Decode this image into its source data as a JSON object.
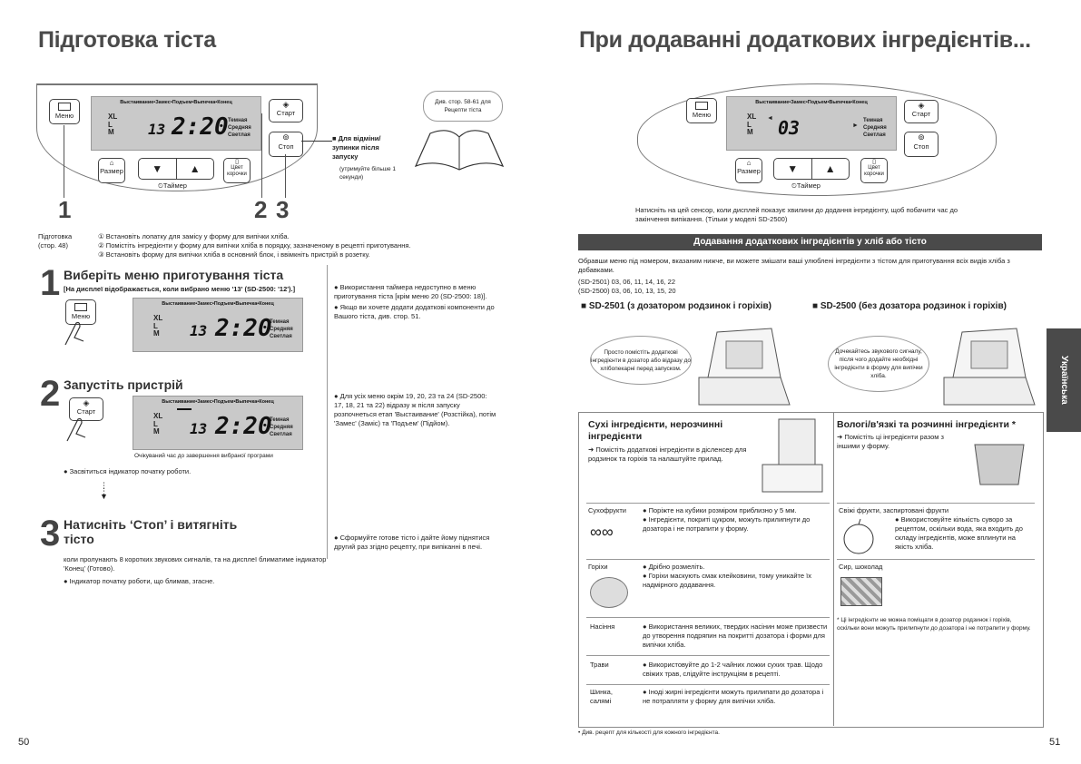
{
  "left": {
    "title": "Підготовка тіста",
    "page_num": "50",
    "lcd": {
      "top": "Выстаивание•Замес•Подъем•Выпечка•Конец",
      "sizes": [
        "XL",
        "L",
        "M"
      ],
      "crust": [
        "Темная",
        "Средняя",
        "Светлая"
      ],
      "menu_num": "13",
      "time": "2:20"
    },
    "buttons": {
      "menu": "Меню",
      "start": "Старт",
      "stop": "Стоп",
      "size": "Размер",
      "crust": "Цвет корочки",
      "timer": "Таймер",
      "down": "▼",
      "up": "▲"
    },
    "stop_note": {
      "title": "Для відміни/ зупинки після запуску",
      "sub": "(утримуйте більше 1 секунди)"
    },
    "book_note": "Див. стор. 58-61 для Рецепти тіста",
    "callouts": [
      "1",
      "2",
      "3"
    ],
    "prep": {
      "label": "Підготовка (стор. 48)",
      "items": [
        "① Встановіть лопатку для замісу у форму для випічки хліба.",
        "② Помістіть інгредієнти у форму для випічки хліба в порядку, зазначеному в рецепті приготування.",
        "③ Встановіть форму для випічки хліба в основний блок, і ввімкніть пристрій в розетку."
      ]
    },
    "step1": {
      "num": "1",
      "title": "Виберіть меню приготування тіста",
      "sub": "[На дисплеї відображається, коли вибрано меню '13' (SD-2500: '12').]",
      "notes": [
        "Використання таймера недоступно в меню приготування тіста [крім меню 20 (SD-2500: 18)].",
        "Якщо ви хочете додати додаткові компоненти до Вашого тіста, див. стор. 51."
      ]
    },
    "step2": {
      "num": "2",
      "title": "Запустіть пристрій",
      "caption": "Очікуваний час до завершення вибраної програми",
      "bullet": "Засвітиться індикатор початку роботи.",
      "notes": [
        "Для усіх меню окрім 19, 20, 23 та 24 (SD-2500: 17, 18, 21 та 22) відразу ж після запуску розпочнеться етап 'Выстаивание' (Розстійка), потім 'Замес' (Заміс) та 'Подъем' (Підйом)."
      ]
    },
    "step3": {
      "num": "3",
      "title": "Натисніть ‘Стоп’ і витягніть тісто",
      "text": "коли пролунають 8 коротких звукових сигналів, та на дисплеї блиматиме індикатор 'Конец' (Готово).",
      "bullet": "Індикатор початку роботи, що блимав, згасне.",
      "notes": [
        "Сформуйте готове тісто і дайте йому піднятися другий раз згідно рецепту, при випіканні в печі."
      ]
    }
  },
  "right": {
    "title": "При додаванні додаткових інгредієнтів...",
    "page_num": "51",
    "lcd": {
      "top": "Выстаивание•Замес•Подъем•Выпечка•Конец",
      "sizes": [
        "XL",
        "L",
        "M"
      ],
      "crust": [
        "Темная",
        "Средняя",
        "Светлая"
      ],
      "time": "03"
    },
    "panel_note": "Натисніть на цей сенсор, коли дисплей показує хвилини до додання інгредієнту, щоб побачити час до закінчення випікання. (Тільки у моделі SD-2500)",
    "header": "Додавання додаткових інгредієнтів у хліб або тісто",
    "intro": "Обравши меню під номером, вказаним нижче, ви можете змішати ваші улюблені інгредієнти з тістом для приготування всіх видів хліба з добавками.",
    "models": [
      "(SD-2501) 03, 06, 11, 14, 16, 22",
      "(SD-2500) 03, 06, 10, 13, 15, 20"
    ],
    "model_a": "■ SD-2501 (з дозатором родзинок і горіхів)",
    "model_b": "■ SD-2500 (без дозатора родзинок і горіхів)",
    "bubble_a": "Просто помістіть додаткові інгредієнти в дозатор або відразу до хлібопекарні перед запуском.",
    "bubble_b": "Дочекайтесь звукового сигналу, після чого додайте необхідні інгредієнти в форму для випічки хліба.",
    "side_tab": "Українська",
    "dry": {
      "title": "Сухі інгредієнти, нерозчинні інгредієнти",
      "text": "➜ Помістіть додаткові інгредієнти в дісленсер для родзинок та горіхів та налаштуйте прилад.",
      "rows": [
        {
          "name": "Сухофрукти",
          "items": [
            "Поріжте на кубики розміром приблизно у 5 мм.",
            "Інгредієнти, покриті цукром, можуть прилипнути до дозатора і не потрапити у форму."
          ]
        },
        {
          "name": "Горіхи",
          "items": [
            "Дрібно розмеліть.",
            "Горіхи маскують смак клейковини, тому уникайте їх надмірного додавання."
          ]
        },
        {
          "name": "Насіння",
          "items": [
            "Використання великих, твердих насінин може призвести до утворення подряпин на покритті дозатора і форми для випічки хліба."
          ]
        },
        {
          "name": "Трави",
          "items": [
            "Використовуйте до 1-2 чайних ложки сухих трав. Щодо свіжих трав, слідуйте інструкціям в рецепті."
          ]
        },
        {
          "name": "Шинка, салямі",
          "items": [
            "Іноді жирні інгредієнти можуть прилипати до дозатора і не потрапляти у форму для випічки хліба."
          ]
        }
      ]
    },
    "wet": {
      "title": "Вологі/в'язкі та розчинні інгредієнти *",
      "text": "➜ Помістіть ці інгредієнти разом з іншими у форму.",
      "rows": [
        {
          "name": "Свіжі фрукти, заспиртовані фрукти",
          "items": [
            "Використовуйте кількість суворо за рецептом, оскільки вода, яка входить до складу інгредієнтів, може вплинути на якість хліба."
          ]
        },
        {
          "name": "Сир, шоколад",
          "items": []
        }
      ],
      "footnote": "* Ці інгредієнти не можна поміщати в дозатор родзинок і горіхів, оскільки вони можуть прилипнути до дозатора і не потрапити у форму."
    },
    "bottom_note": "• Див. рецепт для кількості для кожного інгредієнта."
  }
}
